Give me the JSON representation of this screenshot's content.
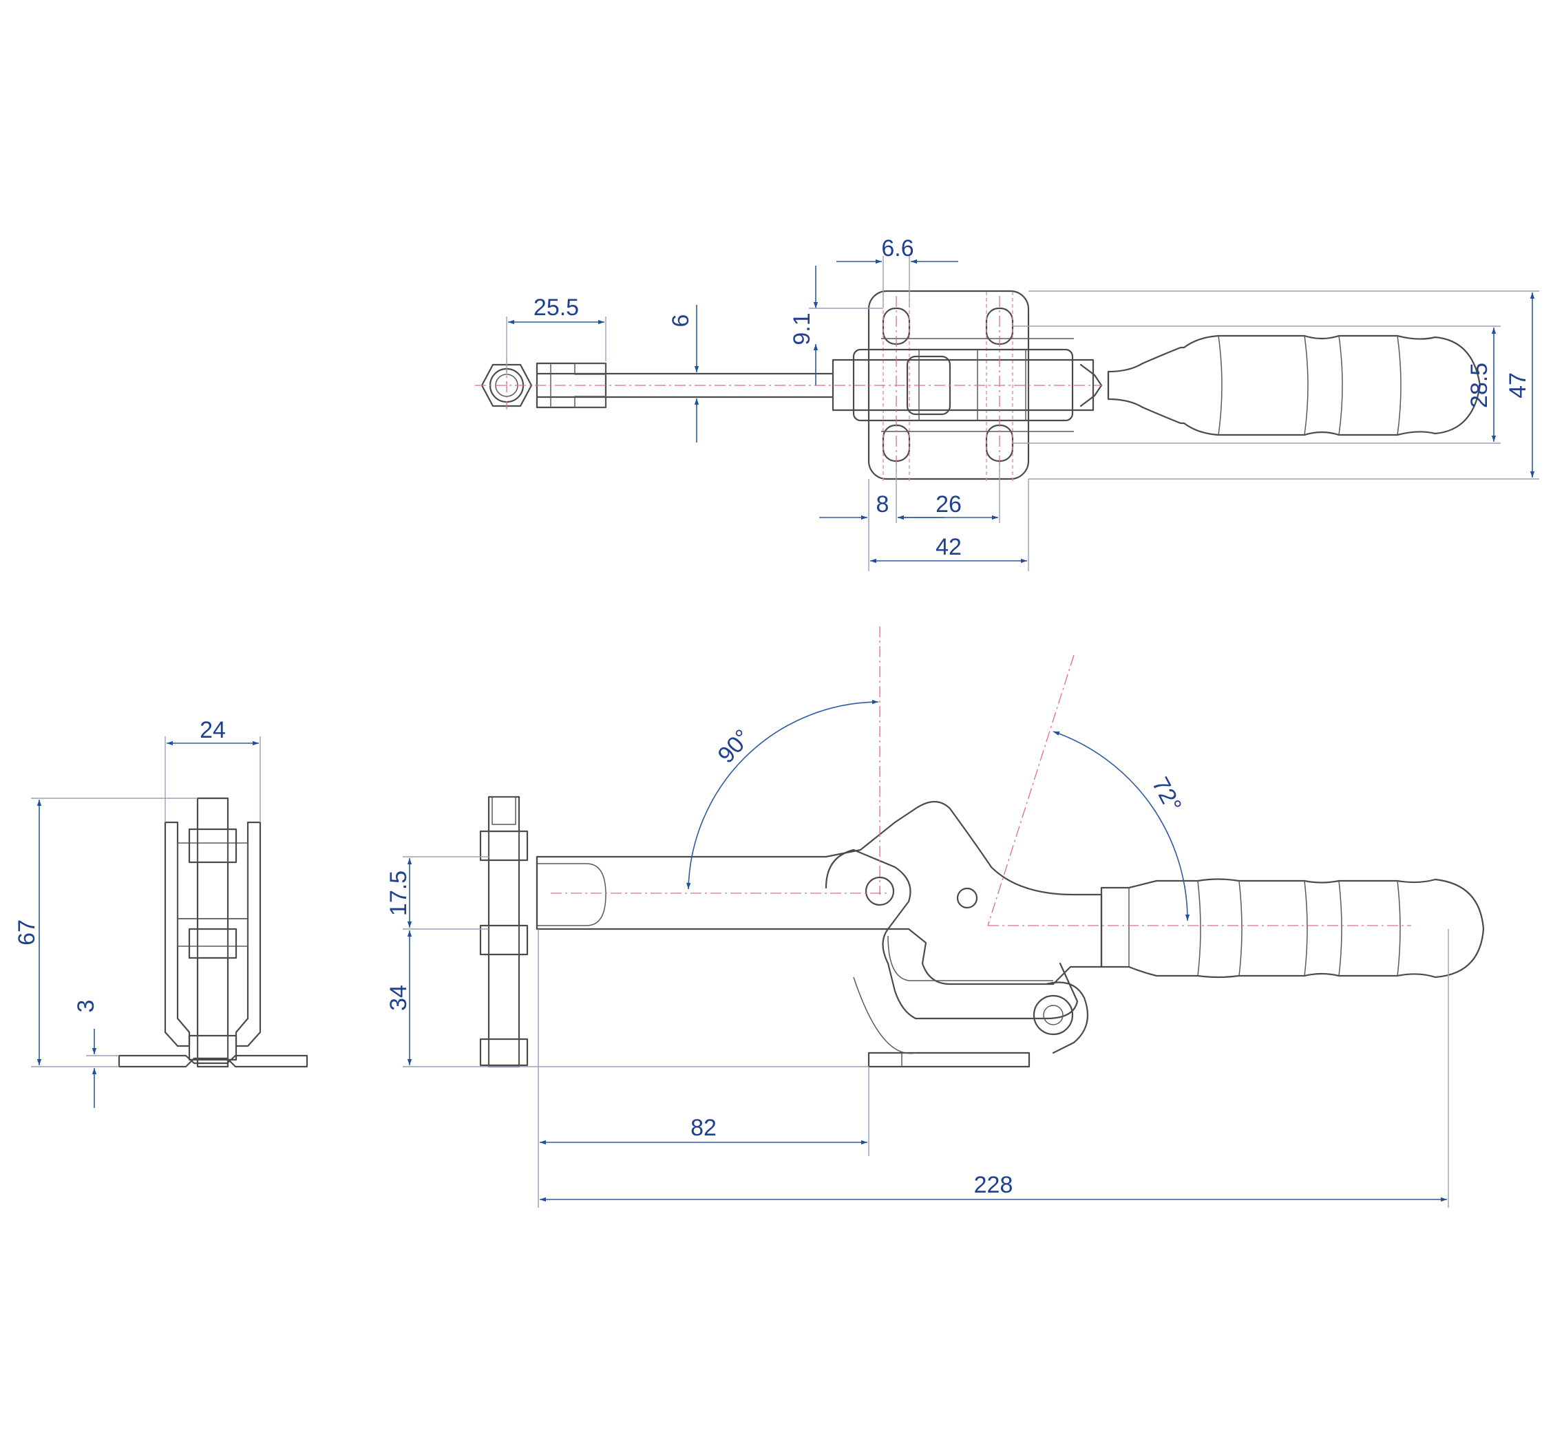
{
  "colors": {
    "dimension": "#1f3f8f",
    "outline": "#4a4a4a",
    "center_line": "#e06a8c",
    "background": "#ffffff"
  },
  "top_view": {
    "dim_25_5": "25.5",
    "dim_6": "6",
    "dim_9_1": "9.1",
    "dim_6_6": "6.6",
    "dim_8": "8",
    "dim_26": "26",
    "dim_42": "42",
    "dim_28_5": "28.5",
    "dim_47": "47"
  },
  "end_view": {
    "dim_24": "24",
    "dim_67": "67",
    "dim_3": "3"
  },
  "side_view": {
    "angle_90": "90°",
    "angle_72": "72°",
    "dim_17_5": "17.5",
    "dim_34": "34",
    "dim_82": "82",
    "dim_228": "228"
  }
}
